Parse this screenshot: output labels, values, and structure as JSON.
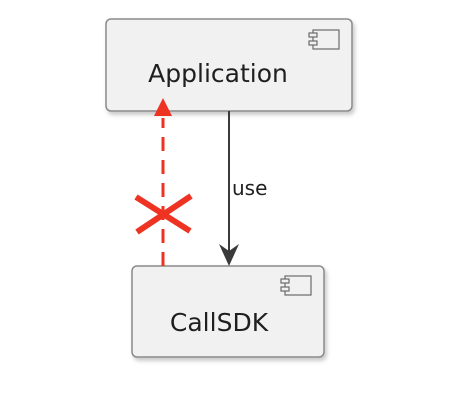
{
  "diagram": {
    "nodes": {
      "application": {
        "label": "Application",
        "icon": "component-icon"
      },
      "callsdk": {
        "label": "CallSDK",
        "icon": "component-icon"
      }
    },
    "edges": {
      "use": {
        "label": "use",
        "style": "solid",
        "color": "#3a3a3a"
      },
      "reverse": {
        "label": "",
        "style": "dashed",
        "color": "#ee3322",
        "marker": "cross-icon"
      }
    },
    "colors": {
      "node_fill": "#f1f1f1",
      "node_border": "#8a8a8a",
      "forbidden": "#ee3322"
    }
  }
}
